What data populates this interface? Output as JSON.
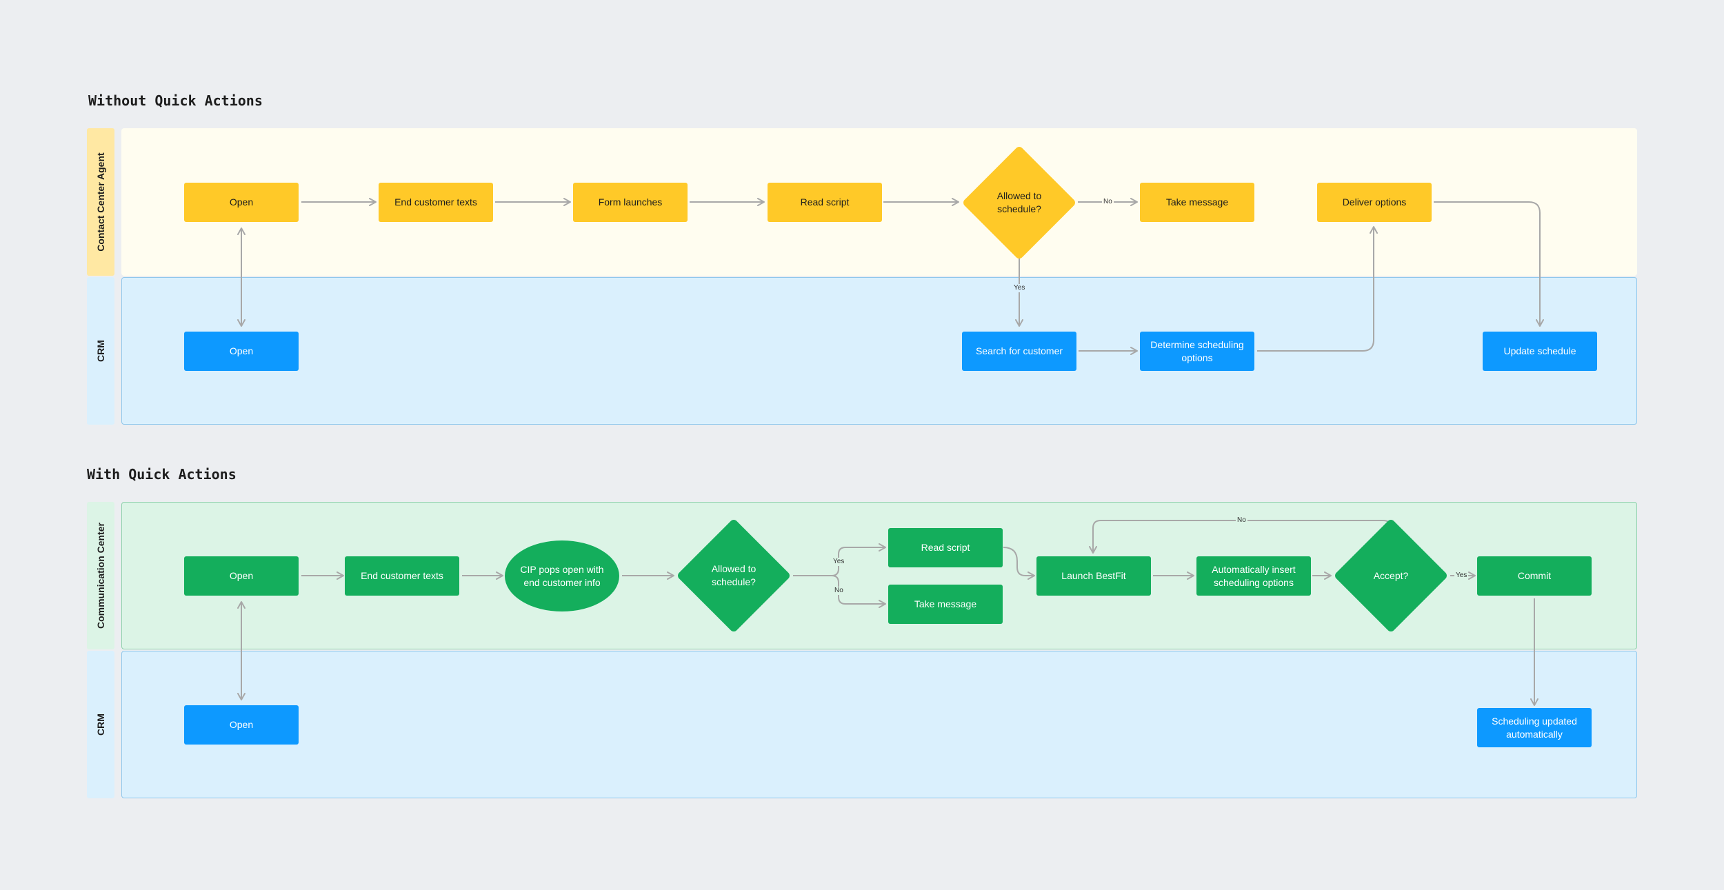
{
  "sections": {
    "without": {
      "title": "Without Quick Actions",
      "lane_top": "Contact Center Agent",
      "lane_bottom": "CRM",
      "nodes": {
        "open": "Open",
        "end_customer_texts": "End customer texts",
        "form_launches": "Form launches",
        "read_script": "Read script",
        "allowed": "Allowed to schedule?",
        "take_message": "Take message",
        "deliver_options": "Deliver options",
        "crm_open": "Open",
        "search_customer": "Search for customer",
        "determine_options": "Determine scheduling options",
        "update_schedule": "Update schedule"
      },
      "edge_labels": {
        "no": "No",
        "yes": "Yes"
      }
    },
    "with": {
      "title": "With Quick Actions",
      "lane_top": "Communication Center",
      "lane_bottom": "CRM",
      "nodes": {
        "open": "Open",
        "end_customer_texts": "End customer texts",
        "cip_pops": "CIP pops open with end customer info",
        "allowed": "Allowed to schedule?",
        "read_script": "Read script",
        "take_message": "Take message",
        "launch_bestfit": "Launch BestFit",
        "auto_insert": "Automatically insert scheduling options",
        "accept": "Accept?",
        "commit": "Commit",
        "crm_open": "Open",
        "scheduling_updated": "Scheduling updated automatically"
      },
      "edge_labels": {
        "yes": "Yes",
        "no": "No",
        "no_loop": "No",
        "accept_yes": "Yes"
      }
    }
  },
  "colors": {
    "background": "#ECEEF1",
    "agent_lane": "#FFFDF0",
    "agent_tab": "#FFE8A3",
    "crm_lane": "#DAF0FD",
    "crm_border": "#8FC7EC",
    "comm_lane": "#DCF4E6",
    "comm_border": "#8ED1AC",
    "yellow_node": "#FFC928",
    "blue_node": "#0D99FF",
    "green_node": "#14AE5C",
    "connector": "#A8A8A8"
  }
}
